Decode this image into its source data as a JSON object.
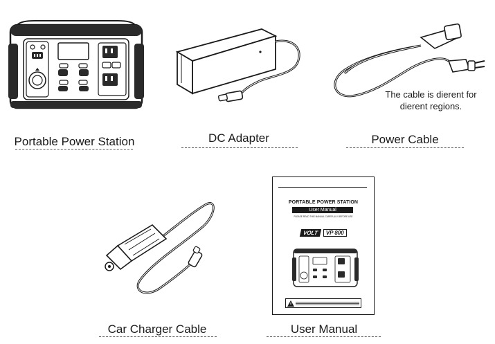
{
  "items": [
    {
      "key": "portable_power_station",
      "label": "Portable Power Station"
    },
    {
      "key": "dc_adapter",
      "label": "DC Adapter"
    },
    {
      "key": "power_cable",
      "label": "Power Cable"
    },
    {
      "key": "car_charger_cable",
      "label": "Car Charger Cable"
    },
    {
      "key": "user_manual",
      "label": "User Manual"
    }
  ],
  "power_cable_note": {
    "line1": "The cable is dierent for",
    "line2": "dierent regions."
  },
  "manual_cover": {
    "title": "PORTABLE POWER STATION",
    "subtitle": "User Manual",
    "instruction": "PLEASE READ THIS MANUAL CAREFULLY BEFORE USE",
    "brand": "VOLT",
    "model": "VP 800"
  },
  "colors": {
    "line": "#1a1a1a",
    "fill": "#ffffff",
    "dark_fill": "#2a2a2a"
  }
}
